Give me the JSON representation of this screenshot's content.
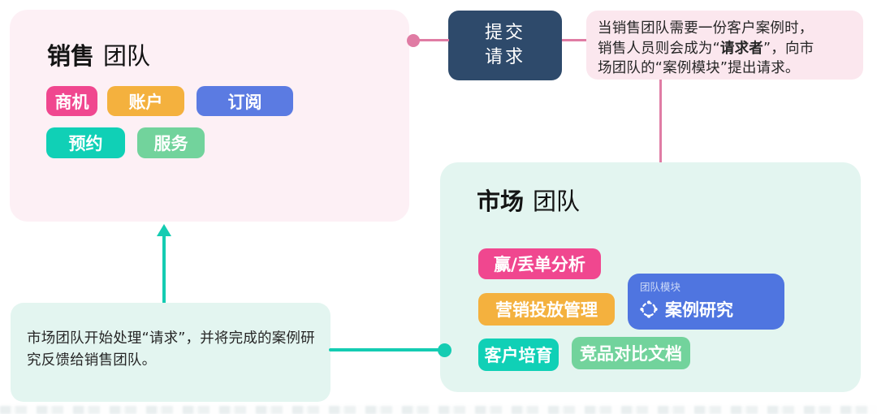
{
  "colors": {
    "sales_card_bg": "#fdf0f5",
    "marketing_card_bg": "#e3f5f0",
    "annotation_bg": "#fbe7ee",
    "submit_node_bg": "#2e4a6b",
    "tag_pink": "#f0478f",
    "tag_orange": "#f4b13e",
    "tag_blue": "#5b7be2",
    "tag_teal": "#10d0b6",
    "tag_green": "#72d39c",
    "module_box_blue": "#4f75e0",
    "connector_pink": "#e07ca4",
    "connector_teal": "#14ccb2"
  },
  "sales_card": {
    "title_bold": "销售",
    "title_regular": "团队",
    "tags": [
      {
        "label": "商机",
        "color": "pink"
      },
      {
        "label": "账户",
        "color": "orange"
      },
      {
        "label": "订阅",
        "color": "blue"
      },
      {
        "label": "预约",
        "color": "teal"
      },
      {
        "label": "服务",
        "color": "green"
      }
    ]
  },
  "submit_node": {
    "line1": "提交",
    "line2": "请求"
  },
  "annotation": {
    "line1": "当销售团队需要一份客户案例时，",
    "line2_pre": "销售人员则会成为“",
    "line2_bold": "请求者",
    "line2_post": "”，向市",
    "line3": "场团队的“案例模块”提出请求。"
  },
  "marketing_card": {
    "title_bold": "市场",
    "title_regular": "团队",
    "tags": [
      {
        "label": "赢/丢单分析",
        "color": "pink"
      },
      {
        "label": "营销投放管理",
        "color": "orange"
      },
      {
        "label": "客户培育",
        "color": "teal"
      },
      {
        "label": "竞品对比文档",
        "color": "green"
      }
    ],
    "module_box": {
      "mini_label": "团队模块",
      "label": "案例研究",
      "icon": "dashed-circle-icon"
    }
  },
  "feedback_box": {
    "line1": "市场团队开始处理“请求”，并将完成的案例研",
    "line2": "究反馈给销售团队。"
  }
}
